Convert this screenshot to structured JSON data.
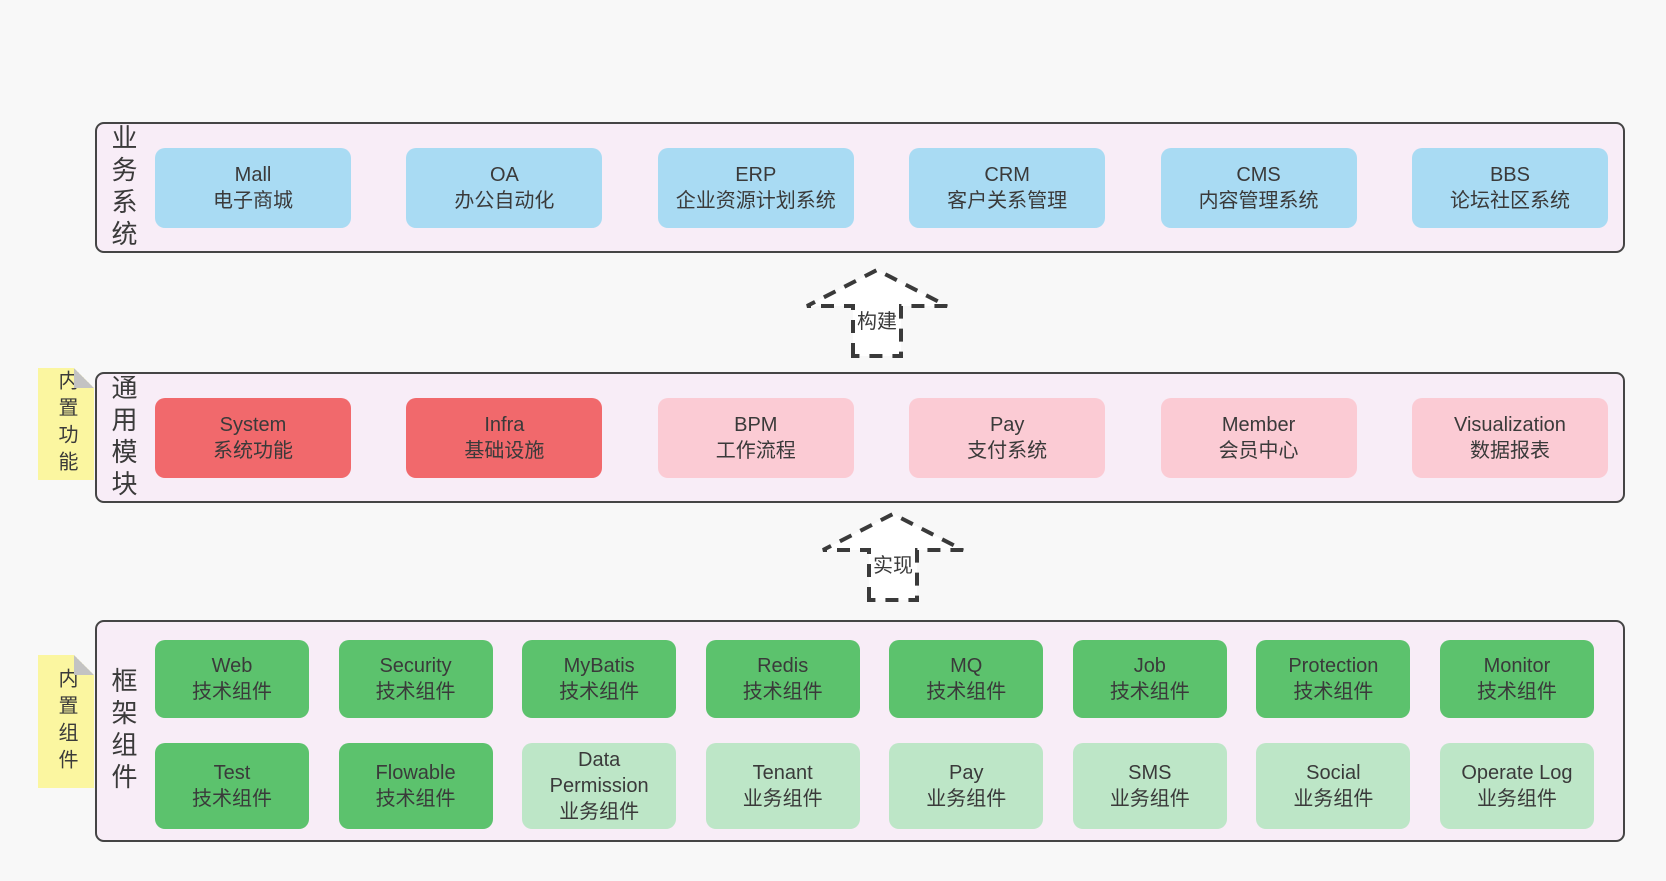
{
  "bands": [
    {
      "label": "业务系统",
      "boxes": [
        {
          "name": "Mall",
          "desc": "电子商城"
        },
        {
          "name": "OA",
          "desc": "办公自动化"
        },
        {
          "name": "ERP",
          "desc": "企业资源计划系统"
        },
        {
          "name": "CRM",
          "desc": "客户关系管理"
        },
        {
          "name": "CMS",
          "desc": "内容管理系统"
        },
        {
          "name": "BBS",
          "desc": "论坛社区系统"
        }
      ]
    },
    {
      "label": "通用模块",
      "note": "内置功能",
      "boxes": [
        {
          "name": "System",
          "desc": "系统功能"
        },
        {
          "name": "Infra",
          "desc": "基础设施"
        },
        {
          "name": "BPM",
          "desc": "工作流程"
        },
        {
          "name": "Pay",
          "desc": "支付系统"
        },
        {
          "name": "Member",
          "desc": "会员中心"
        },
        {
          "name": "Visualization",
          "desc": "数据报表"
        }
      ]
    },
    {
      "label": "框架组件",
      "note": "内置组件",
      "rows": [
        [
          {
            "name": "Web",
            "desc": "技术组件"
          },
          {
            "name": "Security",
            "desc": "技术组件"
          },
          {
            "name": "MyBatis",
            "desc": "技术组件"
          },
          {
            "name": "Redis",
            "desc": "技术组件"
          },
          {
            "name": "MQ",
            "desc": "技术组件"
          },
          {
            "name": "Job",
            "desc": "技术组件"
          },
          {
            "name": "Protection",
            "desc": "技术组件"
          },
          {
            "name": "Monitor",
            "desc": "技术组件"
          }
        ],
        [
          {
            "name": "Test",
            "desc": "技术组件"
          },
          {
            "name": "Flowable",
            "desc": "技术组件"
          },
          {
            "name": "Data Permission",
            "desc": "业务组件"
          },
          {
            "name": "Tenant",
            "desc": "业务组件"
          },
          {
            "name": "Pay",
            "desc": "业务组件"
          },
          {
            "name": "SMS",
            "desc": "业务组件"
          },
          {
            "name": "Social",
            "desc": "业务组件"
          },
          {
            "name": "Operate Log",
            "desc": "业务组件"
          }
        ]
      ]
    }
  ],
  "arrows": [
    {
      "label": "构建"
    },
    {
      "label": "实现"
    }
  ],
  "colors": {
    "page-bg": "#f8f8f8",
    "band-bg": "#f8edf7",
    "band-border": "#454545",
    "box-blue": "#a9dbf3",
    "box-red": "#f1696c",
    "box-pink": "#fbcbd4",
    "box-green": "#5cc26d",
    "box-green-light": "#bde6c7",
    "note-bg": "#fbf6a0",
    "note-fold": "#c3c3c3",
    "text": "#3a3a3a",
    "arrow": "#3a3a3a",
    "arrow-fill": "#ffffff"
  }
}
